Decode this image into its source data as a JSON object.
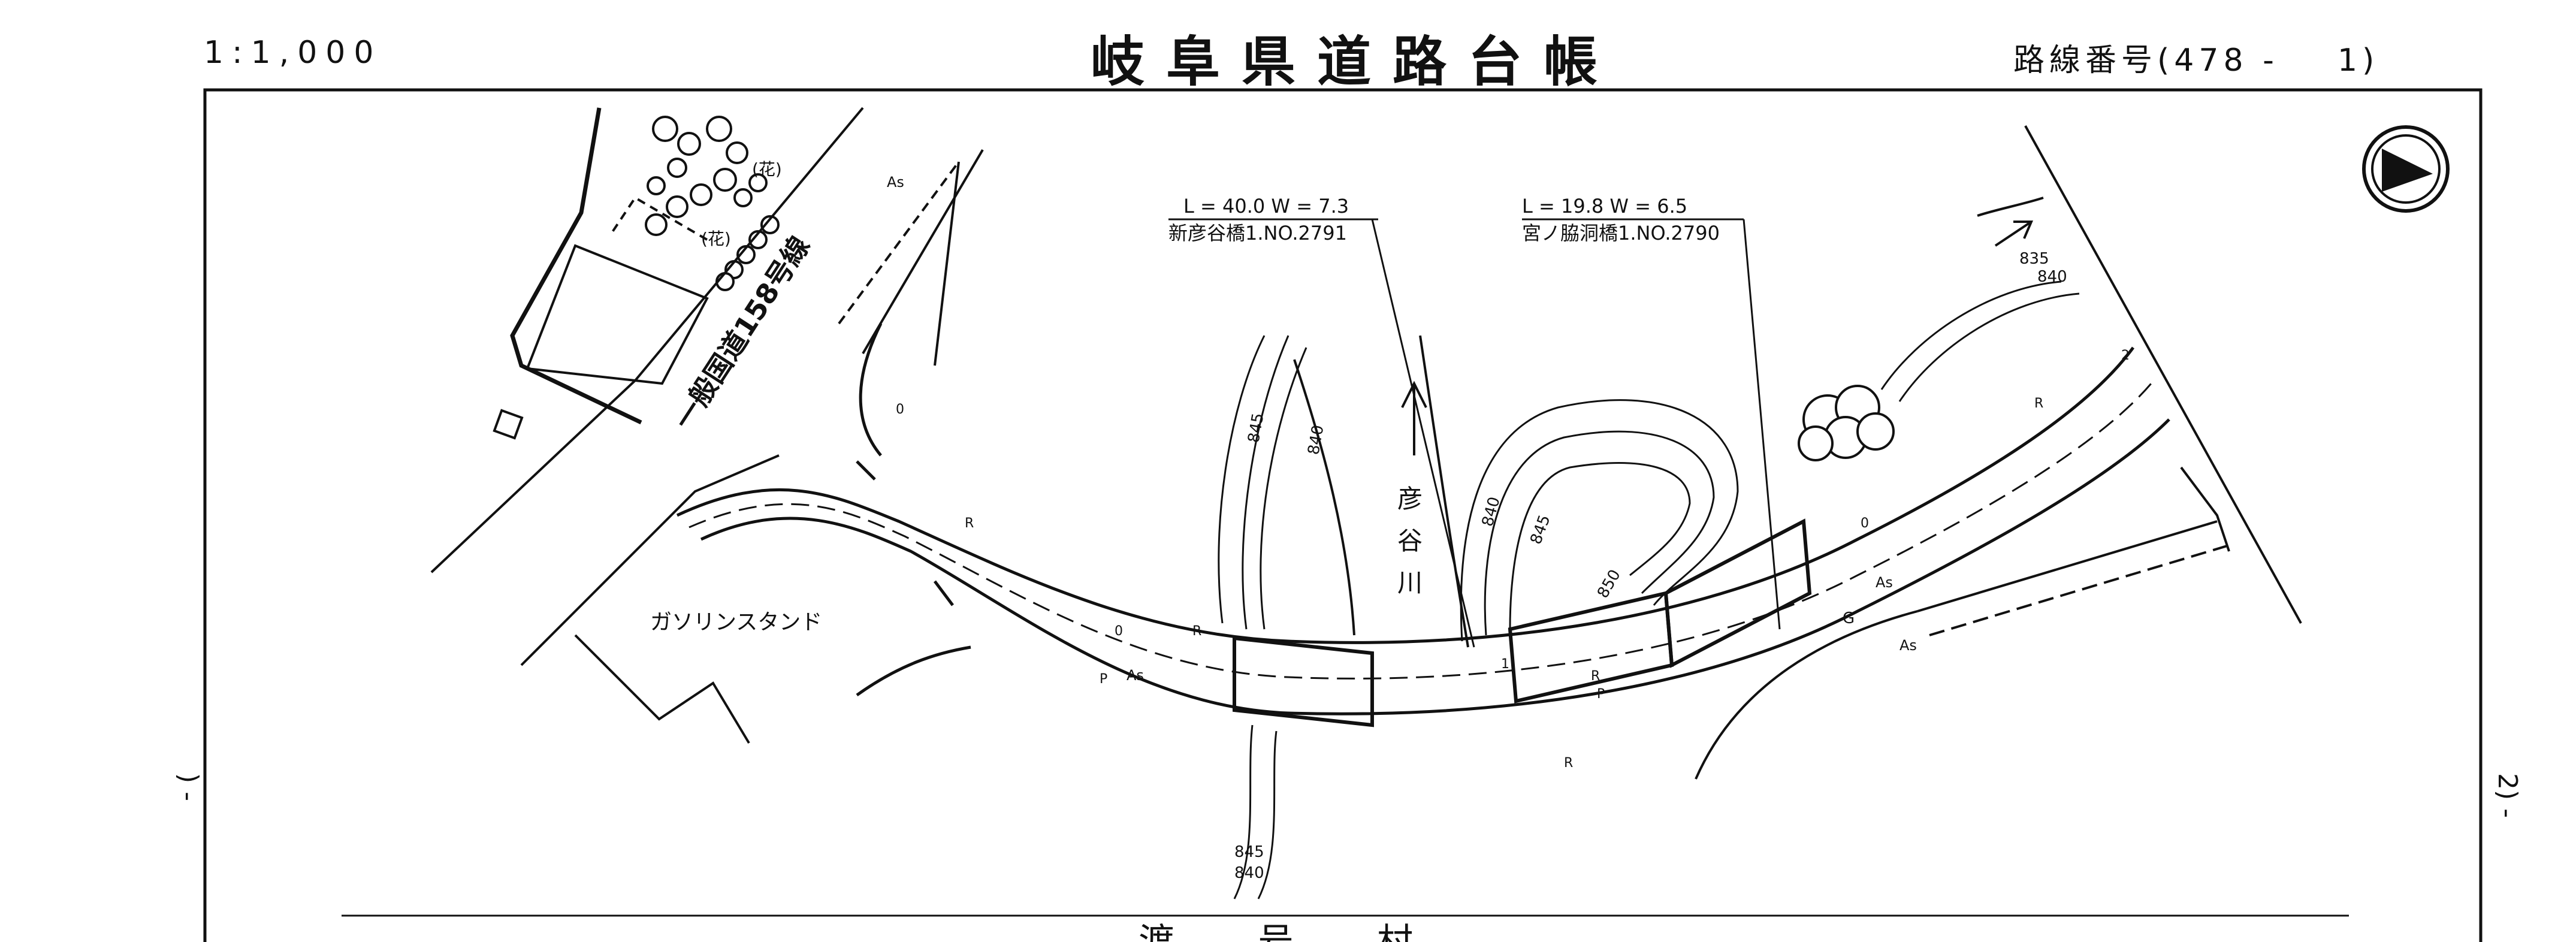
{
  "sheet": {
    "scale": "1:1,000",
    "title": "岐阜県道路台帳",
    "route_number": "路線番号(478 -    1)",
    "margin_left": ") -",
    "margin_right": "2) -",
    "footer": "渡 号 村"
  },
  "map": {
    "north_arrow": "north-arrow-icon",
    "bridges": [
      {
        "dims": "L = 40.0  W = 7.3",
        "name": "新彦谷橋1.NO.2791"
      },
      {
        "dims": "L = 19.8  W = 6.5",
        "name": "宮ノ脇洞橋1.NO.2790"
      }
    ],
    "road_label": "一般国道158号線",
    "river_label": "彦谷川",
    "gas_station": "ガソリンスタンド",
    "flower_labels": [
      "(花)",
      "(花)"
    ],
    "surface_labels": [
      "As",
      "As",
      "As",
      "As"
    ],
    "line_marks": [
      "R",
      "R",
      "R",
      "R",
      "R",
      "P",
      "P",
      "G"
    ],
    "contours": [
      "845",
      "840",
      "840",
      "845",
      "845",
      "840",
      "850",
      "835",
      "840"
    ],
    "small_marks": [
      "0",
      "0",
      "0",
      "2",
      "1"
    ]
  }
}
